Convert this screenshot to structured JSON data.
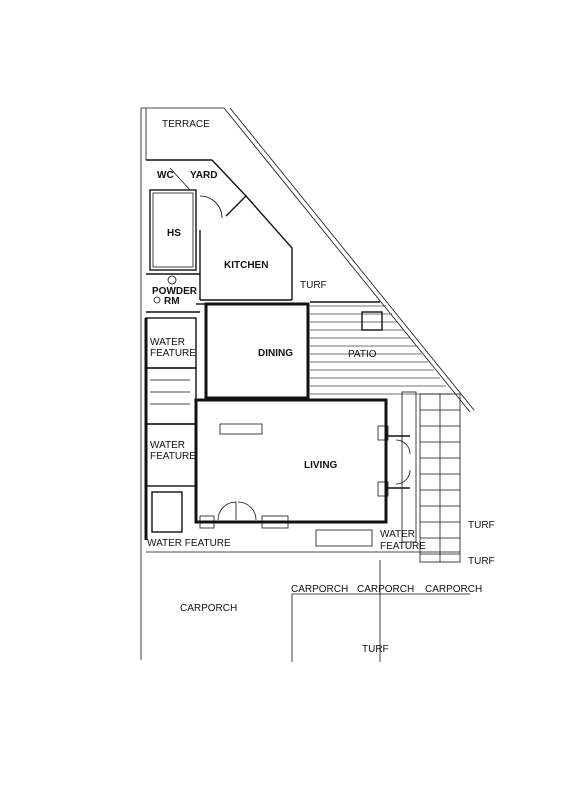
{
  "rooms": {
    "terrace": "TERRACE",
    "wc": "WC",
    "yard": "YARD",
    "hs": "HS",
    "kitchen": "KITCHEN",
    "turf_top": "TURF",
    "powder_1": "POWDER",
    "powder_2": "RM",
    "water_feature_1a": "WATER",
    "water_feature_1b": "FEATURE",
    "dining": "DINING",
    "patio": "PATIO",
    "water_feature_2a": "WATER",
    "water_feature_2b": "FEATURE",
    "living": "LIVING",
    "turf_right_1": "TURF",
    "turf_right_2": "TURF",
    "water_feature_bottom": "WATER FEATURE",
    "water_feature_3a": "WATER",
    "water_feature_3b": "FEATURE",
    "carporch_main": "CARPORCH",
    "carporch_a": "CARPORCH",
    "carporch_b": "CARPORCH",
    "carporch_c": "CARPORCH",
    "turf_bottom": "TURF"
  },
  "colors": {
    "line": "#111111",
    "background": "#ffffff"
  }
}
